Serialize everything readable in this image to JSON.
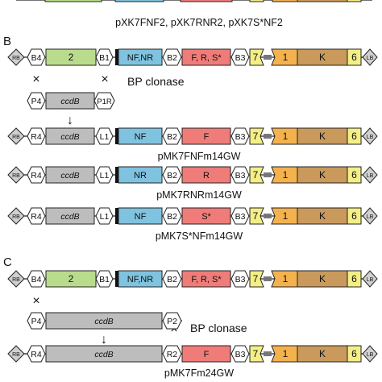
{
  "colors": {
    "green": "#b9dc8c",
    "blue": "#7fc3e0",
    "red": "#ef7c79",
    "yellow": "#f3ef86",
    "orange": "#f4b24e",
    "brown": "#c99a5c",
    "grey": "#bdbdbd",
    "diamond": "#d0d0d0",
    "site": "#ffffff"
  },
  "top_caption": "pXK7FNF2, pXK7RNR2, pXK7S*NF2",
  "section_b": {
    "letter": "B",
    "construct": {
      "rb": "RB",
      "b4": "B4",
      "p2": "2",
      "b1": "B1",
      "nf": "NF,NR",
      "b2": "B2",
      "f": "F, R, S*",
      "b3": "B3",
      "p7": "7",
      "p1": "1",
      "k": "K",
      "p6": "6",
      "lb": "LB"
    },
    "cross_left": "×",
    "cross_right": "×",
    "clonase": "BP clonase",
    "donor": {
      "p4": "P4",
      "ccdb": "ccdB",
      "p1r": "P1R"
    },
    "arrow": "↓",
    "products": [
      {
        "r4": "R4",
        "ccdb": "ccdB",
        "l1": "L1",
        "nf": "NF",
        "b2": "B2",
        "f": "F",
        "b3": "B3",
        "p7": "7",
        "p1": "1",
        "k": "K",
        "p6": "6",
        "rb": "RB",
        "lb": "LB",
        "name": "pMK7FNFm14GW"
      },
      {
        "r4": "R4",
        "ccdb": "ccdB",
        "l1": "L1",
        "nf": "NR",
        "b2": "B2",
        "f": "R",
        "b3": "B3",
        "p7": "7",
        "p1": "1",
        "k": "K",
        "p6": "6",
        "rb": "RB",
        "lb": "LB",
        "name": "pMK7RNRm14GW"
      },
      {
        "r4": "R4",
        "ccdb": "ccdB",
        "l1": "L1",
        "nf": "NF",
        "b2": "B2",
        "f": "S*",
        "b3": "B3",
        "p7": "7",
        "p1": "1",
        "k": "K",
        "p6": "6",
        "rb": "RB",
        "lb": "LB",
        "name": "pMK7S*NFm14GW"
      }
    ]
  },
  "section_c": {
    "letter": "C",
    "construct": {
      "rb": "RB",
      "b4": "B4",
      "p2": "2",
      "b1": "B1",
      "nf": "NF,NR",
      "b2": "B2",
      "f": "F, R, S*",
      "b3": "B3",
      "p7": "7",
      "p1": "1",
      "k": "K",
      "p6": "6",
      "lb": "LB"
    },
    "cross_left": "×",
    "cross_right": "×",
    "clonase": "BP clonase",
    "donor": {
      "p4": "P4",
      "ccdb": "ccdB",
      "p2": "P2"
    },
    "arrow": "↓",
    "product": {
      "rb": "RB",
      "r4": "R4",
      "ccdb": "ccdB",
      "r2": "R2",
      "f": "F",
      "b3": "B3",
      "p7": "7",
      "p1": "1",
      "k": "K",
      "p6": "6",
      "lb": "LB",
      "name": "pMK7Fm24GW"
    }
  }
}
